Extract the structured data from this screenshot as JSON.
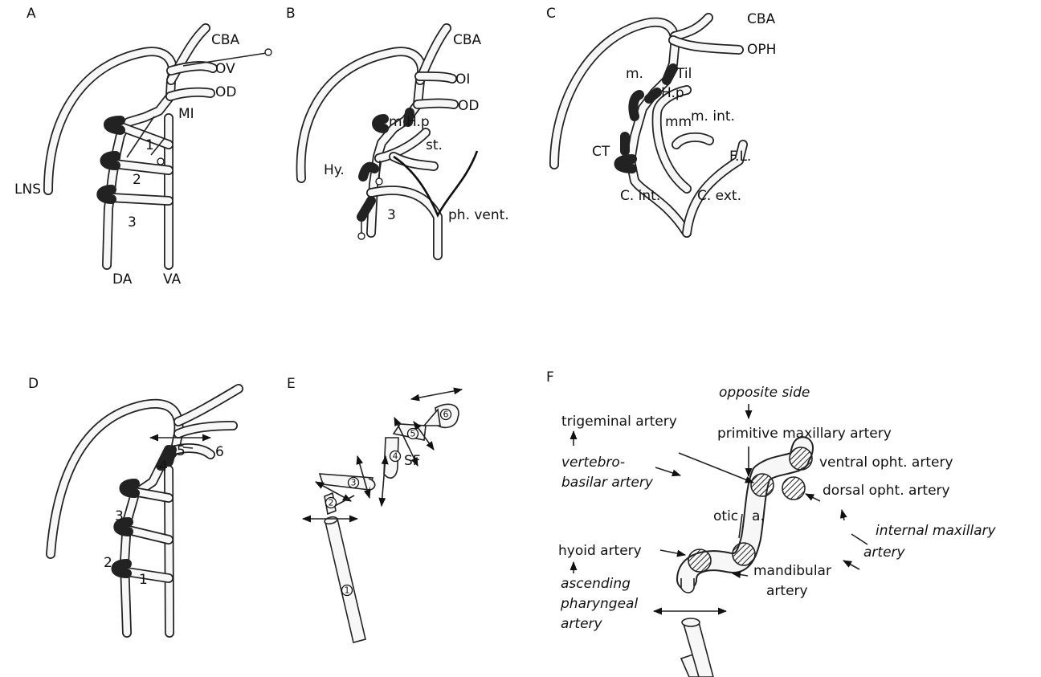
{
  "panels": {
    "A": {
      "letter": "A",
      "labels": {
        "cba": "CBA",
        "ov": "OV",
        "od": "OD",
        "mi": "MI",
        "lns": "LNS",
        "arch1": "1",
        "arch2": "2",
        "arch3": "3",
        "da": "DA",
        "va": "VA"
      }
    },
    "B": {
      "letter": "B",
      "labels": {
        "cba": "CBA",
        "oi": "OI",
        "od": "OD",
        "mhp": "m.H.p",
        "st": "st.",
        "hy": "Hy.",
        "arch3": "3",
        "ph_vent": "ph. vent."
      }
    },
    "C": {
      "letter": "C",
      "labels": {
        "cba": "CBA",
        "oph": "OPH",
        "til": "Til",
        "m": "m.",
        "hp": "H.p",
        "mm": "mm",
        "m_int": "m. int.",
        "ct": "CT",
        "fl": "F.L.",
        "c_int": "C. int.",
        "c_ext": "C. ext."
      }
    },
    "D": {
      "letter": "D",
      "labels": {
        "n1": "1",
        "n2": "2",
        "n3": "3",
        "n4": "4",
        "n5": "5",
        "n6": "6"
      }
    },
    "E": {
      "letter": "E",
      "labels": {
        "s1": "1",
        "s2": "2",
        "s3": "3",
        "s4": "4",
        "s5": "5",
        "s6": "6",
        "sf": "SF"
      }
    },
    "F": {
      "letter": "F",
      "labels": {
        "opposite_side": "opposite side",
        "trigeminal": "trigeminal artery",
        "primitive_max": "primitive maxillary artery",
        "ventral_opht": "ventral opht. artery",
        "vertebro": "vertebro-",
        "basilar": "basilar artery",
        "dorsal_opht": "dorsal opht. artery",
        "otic": "otic",
        "a": "a.",
        "hyoid": "hyoid artery",
        "internal_max": "internal maxillary",
        "artery": "artery",
        "ascending": "ascending",
        "pharyngeal": "pharyngeal",
        "artery2": "artery",
        "mandibular": "mandibular",
        "artery3": "artery"
      }
    }
  }
}
